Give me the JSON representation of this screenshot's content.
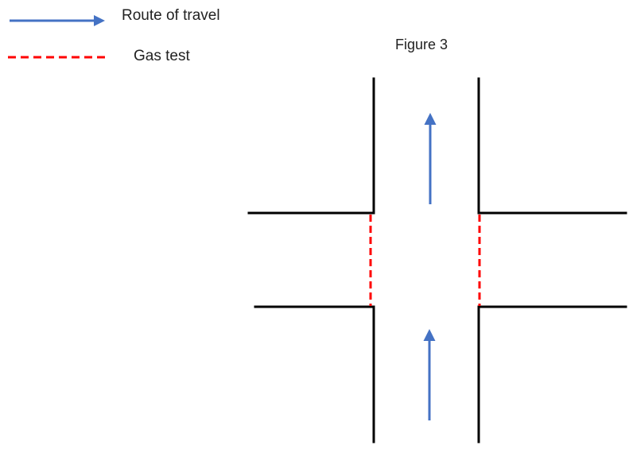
{
  "figure": {
    "title": "Figure 3"
  },
  "legend": {
    "items": [
      {
        "label": "Route of travel",
        "icon": "blue-arrow-icon",
        "color": "#4472c4"
      },
      {
        "label": "Gas test",
        "icon": "red-dashed-line-icon",
        "color": "#ff0000"
      }
    ]
  },
  "colors": {
    "walls": "#000000",
    "route": "#4472c4",
    "gas_test": "#ff0000"
  }
}
